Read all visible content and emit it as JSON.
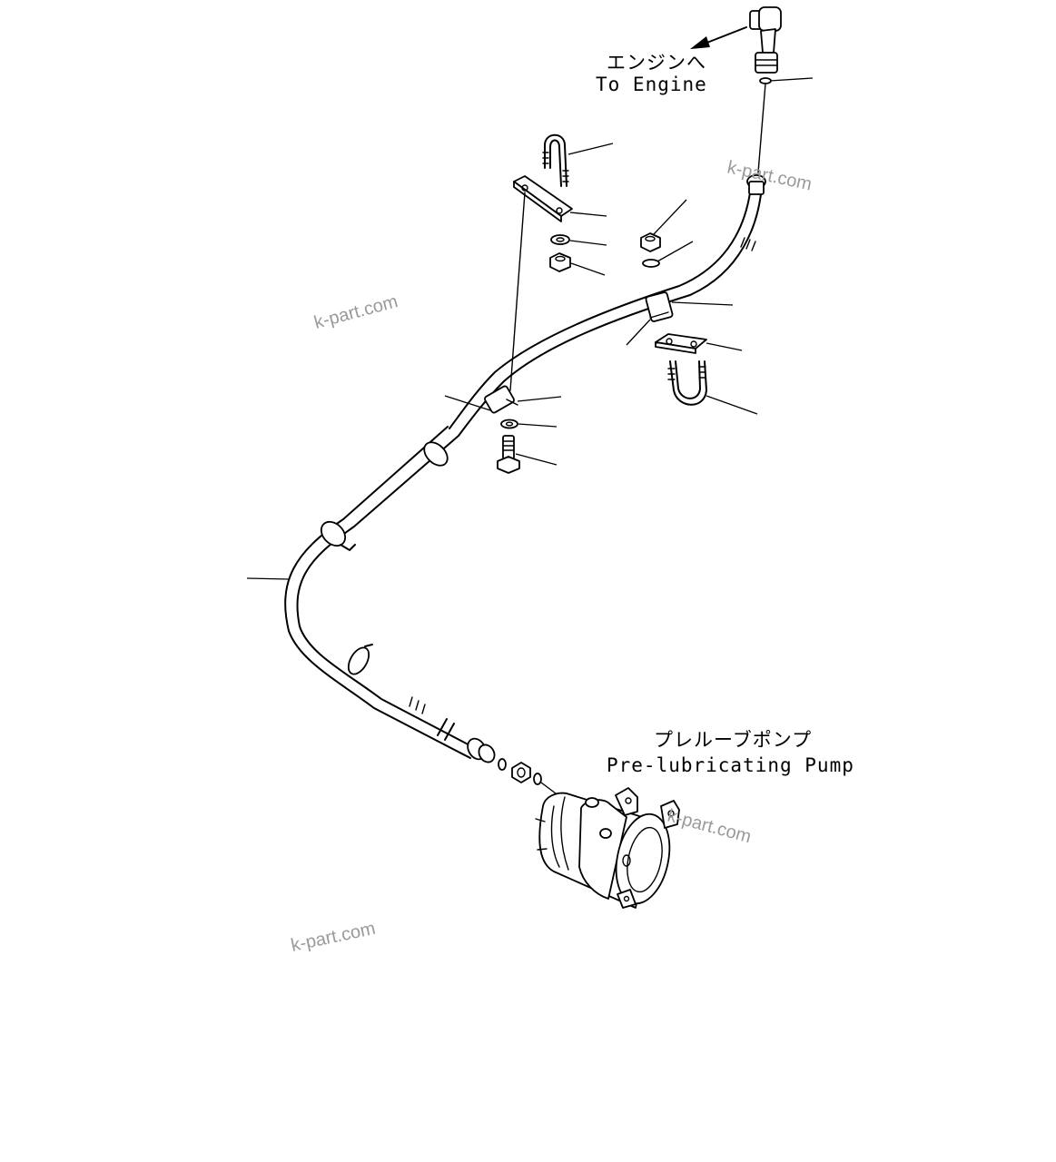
{
  "labels": {
    "to_engine_jp": "エンジンへ",
    "to_engine_en": "To Engine",
    "pump_jp": "プレルーブポンプ",
    "pump_en": "Pre-lubricating Pump"
  },
  "watermark": "k-part.com",
  "colors": {
    "ink": "#000000",
    "watermark": "#9a9a9a",
    "background": "#ffffff"
  }
}
